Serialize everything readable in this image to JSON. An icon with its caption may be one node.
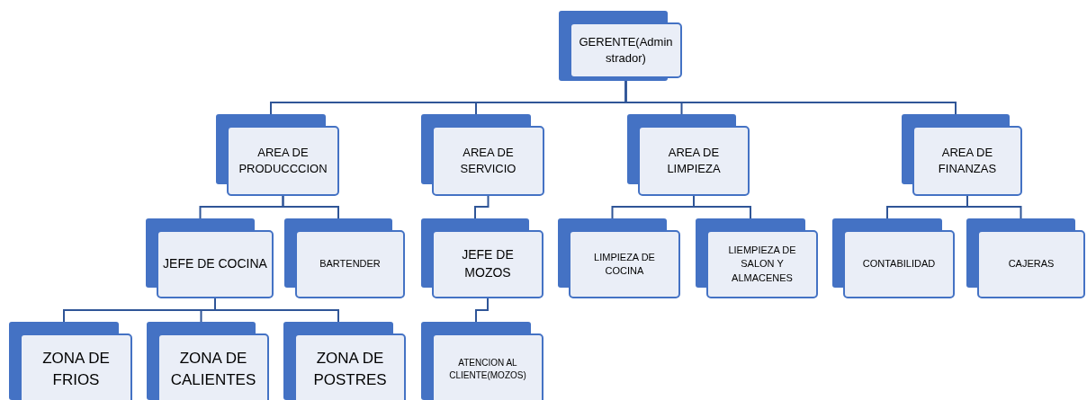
{
  "diagram": {
    "nodes": [
      {
        "text": [
          "GERENTE(Admin strador)"
        ]
      },
      {
        "text": [
          "AREA DE PRODUCCCION"
        ]
      },
      {
        "text": [
          "AREA DE SERVICIO"
        ]
      },
      {
        "text": [
          "AREA DE LIMPIEZA"
        ]
      },
      {
        "text": [
          "AREA DE FINANZAS"
        ]
      },
      {
        "text": [
          "JEFE DE COCINA"
        ]
      },
      {
        "text": [
          "BARTENDER"
        ]
      },
      {
        "text": [
          "JEFE DE MOZOS"
        ]
      },
      {
        "text": [
          "LIMPIEZA DE COCINA"
        ]
      },
      {
        "text": [
          "LIEMPIEZA DE SALON Y ALMACENES"
        ]
      },
      {
        "text": [
          "CONTABILIDAD"
        ]
      },
      {
        "text": [
          "CAJERAS"
        ]
      },
      {
        "text": [
          "ZONA DE FRIOS"
        ]
      },
      {
        "text": [
          "ZONA DE CALIENTES"
        ]
      },
      {
        "text": [
          "ZONA DE POSTRES"
        ]
      },
      {
        "text": [
          "ATENCION AL CLIENTE(MOZOS)"
        ]
      }
    ],
    "edges": [
      {
        "from": 0,
        "to": 1,
        "arrow": "none"
      },
      {
        "from": 0,
        "to": 2,
        "arrow": "none"
      },
      {
        "from": 0,
        "to": 3,
        "arrow": "none"
      },
      {
        "from": 0,
        "to": 4,
        "arrow": "none"
      },
      {
        "from": 1,
        "to": 5,
        "arrow": "none"
      },
      {
        "from": 1,
        "to": 6,
        "arrow": "none"
      },
      {
        "from": 2,
        "to": 7,
        "arrow": "none"
      },
      {
        "from": 3,
        "to": 8,
        "arrow": "none"
      },
      {
        "from": 3,
        "to": 9,
        "arrow": "none"
      },
      {
        "from": 4,
        "to": 10,
        "arrow": "none"
      },
      {
        "from": 4,
        "to": 11,
        "arrow": "none"
      },
      {
        "from": 5,
        "to": 12,
        "arrow": "none"
      },
      {
        "from": 5,
        "to": 13,
        "arrow": "none"
      },
      {
        "from": 5,
        "to": 14,
        "arrow": "none"
      },
      {
        "from": 7,
        "to": 15,
        "arrow": "none"
      }
    ]
  }
}
